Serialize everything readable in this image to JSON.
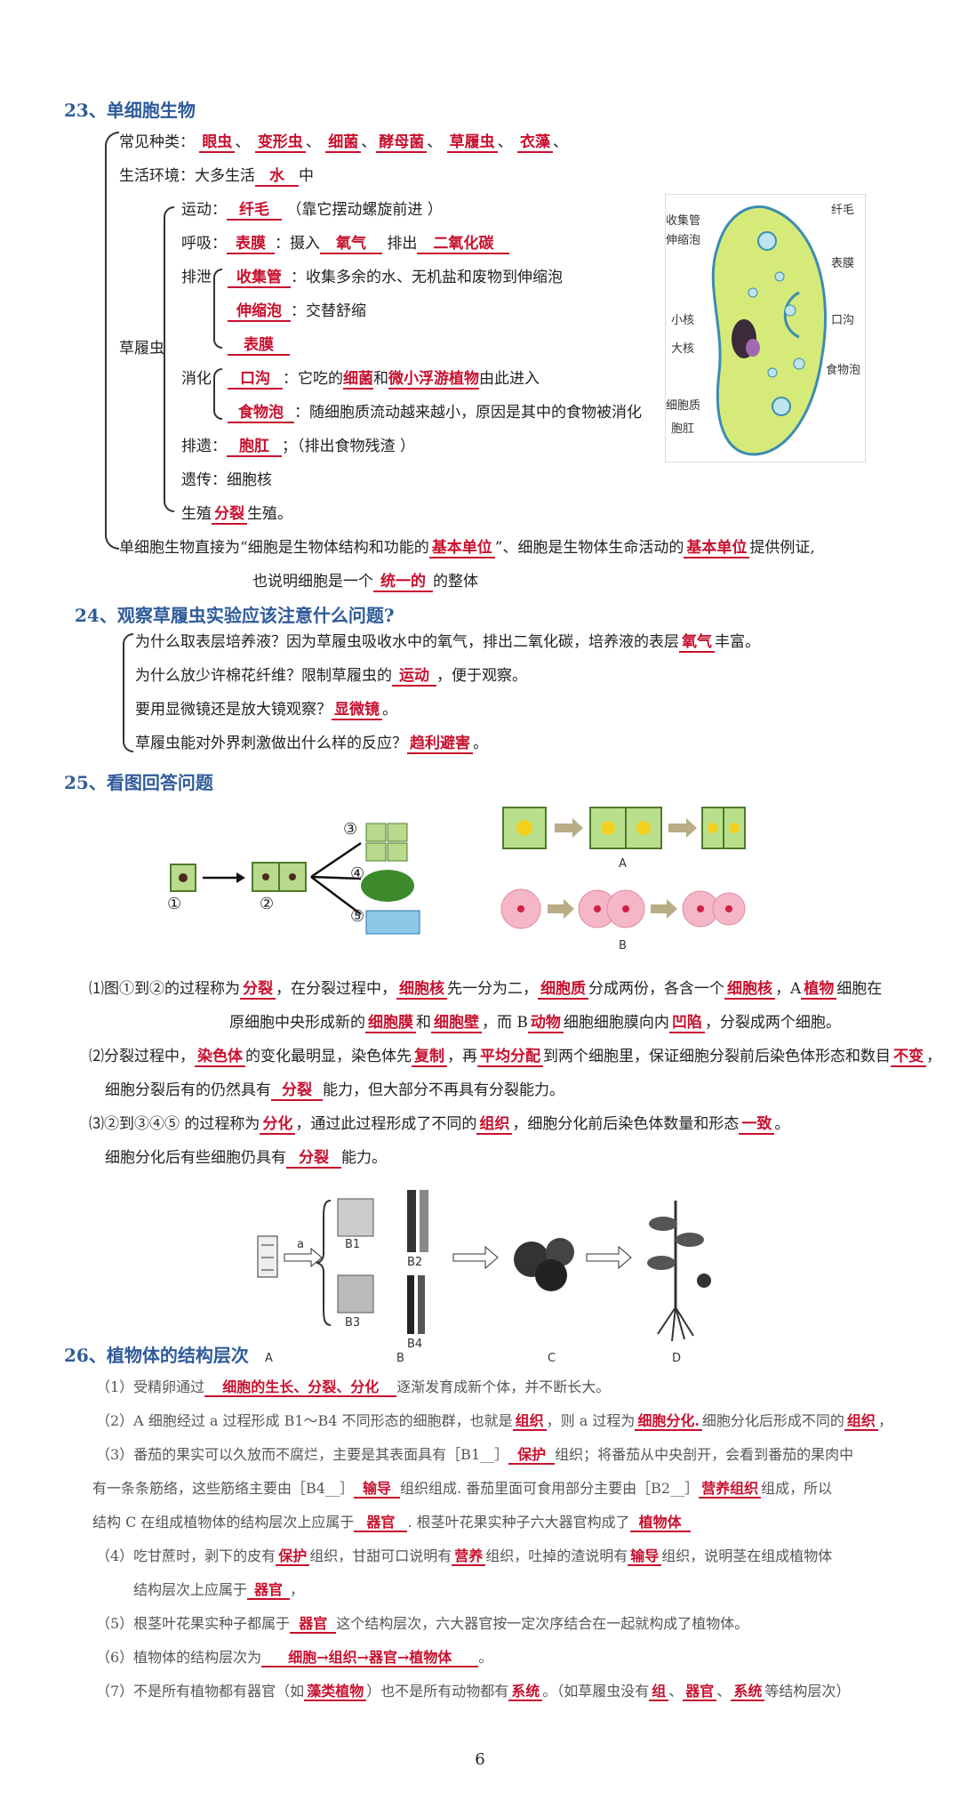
{
  "s23": {
    "title": "23、单细胞生物",
    "common_label": "常见种类：",
    "common_items": [
      "眼虫",
      "变形虫",
      "细菌",
      "酵母菌",
      "草履虫",
      "衣藻"
    ],
    "env_label": "生活环境：大多生活",
    "env_ans": "水",
    "env_end": "中",
    "group_label": "草履虫",
    "move_label": "运动：",
    "move_ans": "纤毛",
    "move_note": "（靠它摆动螺旋前进 ）",
    "breath_label": "呼吸：",
    "breath_ans1": "表膜",
    "breath_mid1": "：摄入",
    "breath_ans2": "氧气",
    "breath_mid2": "排出",
    "breath_ans3": "二氧化碳",
    "excr_label": "排泄",
    "excr1_ans": "收集管",
    "excr1_text": "：收集多余的水、无机盐和废物到伸缩泡",
    "excr2_ans": "伸缩泡",
    "excr2_text": "：交替舒缩",
    "excr3_ans": "表膜",
    "dig_label": "消化",
    "dig1_ans": "口沟",
    "dig1_text_a": "：它吃的",
    "dig1_ans_b": "细菌",
    "dig1_text_c": "和",
    "dig1_ans_d": "微小浮游植物",
    "dig1_text_e": "由此进入",
    "dig2_ans": "食物泡",
    "dig2_text": "：随细胞质流动越来越小，原因是其中的食物被消化",
    "egest_label": "排遗：",
    "egest_ans": "胞肛",
    "egest_note": "；（排出食物残渣 ）",
    "heredity": "遗传：细胞核",
    "repro_a": "生殖",
    "repro_ans": "分裂",
    "repro_b": "生殖。",
    "sum_a": "单细胞生物直接为“细胞是生物体结构和功能的",
    "sum_ans1": "基本单位",
    "sum_b": "”、细胞是生物体生命活动的",
    "sum_ans2": "基本单位",
    "sum_c": "提供例证,",
    "sum2_a": "也说明细胞是一个",
    "sum2_ans": "统一的",
    "sum2_b": "的整体",
    "fig_labels": [
      "纤毛",
      "收集管",
      "伸缩泡",
      "表膜",
      "小核",
      "口沟",
      "大核",
      "食物泡",
      "细胞质",
      "胞肛"
    ]
  },
  "s24": {
    "title": "24、观察草履虫实验应该注意什么问题?",
    "q1_a": "为什么取表层培养液？因为草履虫吸收水中的氧气，排出二氧化碳，培养液的表层",
    "q1_ans": "氧气",
    "q1_b": "丰富。",
    "q2_a": "为什么放少许棉花纤维？限制草履虫的",
    "q2_ans": "运动",
    "q2_b": "，便于观察。",
    "q3_a": "要用显微镜还是放大镜观察？",
    "q3_ans": "显微镜",
    "q3_b": "。",
    "q4_a": "草履虫能对外界刺激做出什么样的反应？",
    "q4_ans": "趋利避害",
    "q4_b": "。"
  },
  "s25": {
    "title": "25、看图回答问题",
    "num_labels": [
      "①",
      "②",
      "③",
      "④",
      "⑤"
    ],
    "fig_a": "A",
    "fig_b": "B",
    "l1_a": "⑴图①到②的过程称为",
    "l1_ans1": "分裂",
    "l1_b": "，在分裂过程中，",
    "l1_ans2": "细胞核",
    "l1_c": "先一分为二，",
    "l1_ans3": "细胞质",
    "l1_d": "分成两份，各含一个",
    "l1_ans4": "细胞核",
    "l1_e": "，A",
    "l1_ans5": "植物",
    "l1_f": "细胞在",
    "l2_a": "原细胞中央形成新的",
    "l2_ans1": "细胞膜",
    "l2_b": "和",
    "l2_ans2": "细胞壁",
    "l2_c": "，而 B",
    "l2_ans3": "动物",
    "l2_d": "细胞细胞膜向内",
    "l2_ans4": "凹陷",
    "l2_e": "，分裂成两个细胞。",
    "l3_a": "⑵分裂过程中，",
    "l3_ans1": "染色体",
    "l3_b": "的变化最明显，染色体先",
    "l3_ans2": "复制",
    "l3_c": "，再",
    "l3_ans3": "平均分配",
    "l3_d": "到两个细胞里，保证细胞分裂前后染色体形态和数目",
    "l3_ans4": "不变",
    "l3_e": "，",
    "l4_a": "细胞分裂后有的仍然具有",
    "l4_ans": "分裂",
    "l4_b": "能力，但大部分不再具有分裂能力。",
    "l5_a": "⑶②到③④⑤ 的过程称为",
    "l5_ans1": "分化",
    "l5_b": "，通过此过程形成了不同的",
    "l5_ans2": "组织",
    "l5_c": "，细胞分化前后染色体数量和形态",
    "l5_ans3": "一致",
    "l5_d": "。",
    "l6_a": "细胞分化后有些细胞仍具有",
    "l6_ans": "分裂",
    "l6_b": "能力。"
  },
  "s26": {
    "title": "26、植物体的结构层次",
    "fig_labels": [
      "a",
      "B1",
      "B2",
      "B3",
      "B4",
      "A",
      "B",
      "C",
      "D"
    ],
    "p1_a": "（1）受精卵通过",
    "p1_ans": "细胞的生长、分裂、分化",
    "p1_b": "逐渐发育成新个体，并不断长大。",
    "p2_a": "（2）A 细胞经过 a 过程形成 B1～B4 不同形态的细胞群，也就是",
    "p2_ans1": "组织",
    "p2_b": "，则 a 过程为",
    "p2_ans2": "细胞分化.",
    "p2_c": "细胞分化后形成不同的",
    "p2_ans3": "组织",
    "p2_d": "，",
    "p3_a": "（3）番茄的果实可以久放而不腐烂，主要是其表面具有［B1__］",
    "p3_ans1": "保护",
    "p3_b": "组织；将番茄从中央剖开，会看到番茄的果肉中",
    "p3l2_a": "有一条条筋络，这些筋络主要由［B4__］",
    "p3l2_ans": "输导",
    "p3l2_b": "组织组成. 番茄里面可食用部分主要由［B2__］",
    "p3l2_ans2": "营养组织",
    "p3l2_c": "组成，所以",
    "p3l3_a": "结构 C 在组成植物体的结构层次上应属于",
    "p3l3_ans": "器官",
    "p3l3_b": ". 根茎叶花果实种子六大器官构成了",
    "p3l3_ans2": "植物体",
    "p4_a": "（4）吃甘蔗时，剥下的皮有",
    "p4_ans1": "保护",
    "p4_b": "组织，甘甜可口说明有",
    "p4_ans2": "营养",
    "p4_c": "组织，吐掉的渣说明有",
    "p4_ans3": "输导",
    "p4_d": "组织，说明茎在组成植物体",
    "p4l2_a": "结构层次上应属于",
    "p4l2_ans": "器官",
    "p4l2_b": "，",
    "p5_a": "（5）根茎叶花果实种子都属于",
    "p5_ans": "器官",
    "p5_b": "这个结构层次，六大器官按一定次序结合在一起就构成了植物体。",
    "p6_a": "（6）植物体的结构层次为",
    "p6_ans": "细胞→组织→器官→植物体",
    "p6_b": "。",
    "p7_a": "（7）不是所有植物都有器官（如",
    "p7_ans1": "藻类植物",
    "p7_b": "）也不是所有动物都有",
    "p7_ans2": "系统",
    "p7_c": "。（如草履虫没有",
    "p7_ans3": "组",
    "p7_d": "、",
    "p7_ans4": "器官",
    "p7_e": "、",
    "p7_ans5": "系统",
    "p7_f": "等结构层次）"
  },
  "page_number": "6",
  "colors": {
    "answer": "#c8102e",
    "heading": "#2f5b9a",
    "cell_green": "#8fc56a",
    "cell_pink": "#f2a6b8"
  }
}
